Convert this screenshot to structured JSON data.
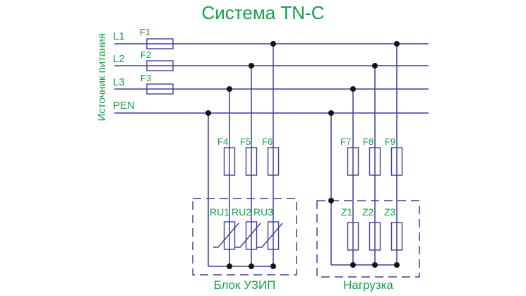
{
  "title": "Система TN-C",
  "colors": {
    "green": "#12a14b",
    "blue": "#3e3e9e",
    "dot": "#121212",
    "background": "#ffffff"
  },
  "source": {
    "label": "Источник питания",
    "conductors": [
      "L1",
      "L2",
      "L3",
      "PEN"
    ]
  },
  "line_fuses": [
    "F1",
    "F2",
    "F3"
  ],
  "spd_block": {
    "label": "Блок УЗИП",
    "fuses": [
      "F4",
      "F5",
      "F6"
    ],
    "varistors": [
      "RU1",
      "RU2",
      "RU3"
    ]
  },
  "load_block": {
    "label": "Нагрузка",
    "fuses": [
      "F7",
      "F8",
      "F9"
    ],
    "impedances": [
      "Z1",
      "Z2",
      "Z3"
    ]
  }
}
